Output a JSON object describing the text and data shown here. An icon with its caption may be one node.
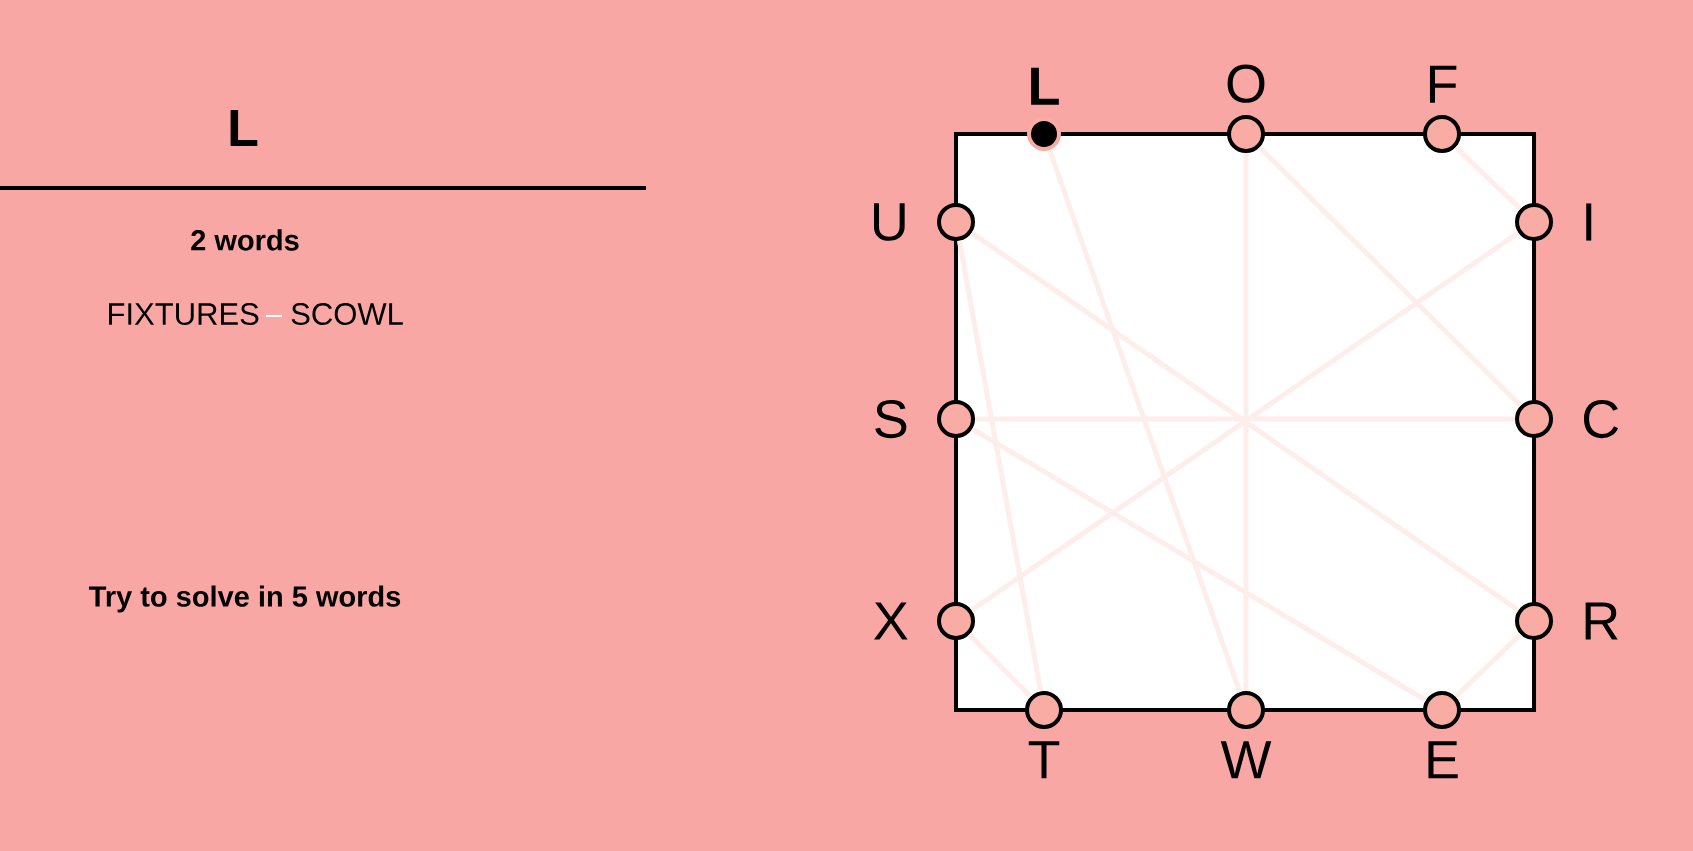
{
  "diagram": {
    "title": "L",
    "nodes": [
      {
        "text": [
          "L"
        ]
      },
      {
        "text": [
          "O"
        ]
      },
      {
        "text": [
          "F"
        ]
      },
      {
        "text": [
          "U"
        ]
      },
      {
        "text": [
          "I"
        ]
      },
      {
        "text": [
          "S"
        ]
      },
      {
        "text": [
          "C"
        ]
      },
      {
        "text": [
          "X"
        ]
      },
      {
        "text": [
          "R"
        ]
      },
      {
        "text": [
          "T"
        ]
      },
      {
        "text": [
          "W"
        ]
      },
      {
        "text": [
          "E"
        ]
      }
    ],
    "edges": [
      {
        "from": 2,
        "to": 4,
        "arrow": "none"
      },
      {
        "from": 4,
        "to": 7,
        "arrow": "none"
      },
      {
        "from": 7,
        "to": 9,
        "arrow": "none"
      },
      {
        "from": 9,
        "to": 3,
        "arrow": "none"
      },
      {
        "from": 3,
        "to": 8,
        "arrow": "none"
      },
      {
        "from": 8,
        "to": 11,
        "arrow": "none"
      },
      {
        "from": 11,
        "to": 5,
        "arrow": "none"
      },
      {
        "from": 5,
        "to": 6,
        "arrow": "none"
      },
      {
        "from": 6,
        "to": 1,
        "arrow": "none"
      },
      {
        "from": 1,
        "to": 10,
        "arrow": "none"
      },
      {
        "from": 10,
        "to": 0,
        "arrow": "none"
      }
    ],
    "labels": [
      "2 words",
      "FIXTURES",
      "SCOWL",
      "Try to solve in 5 words"
    ]
  }
}
